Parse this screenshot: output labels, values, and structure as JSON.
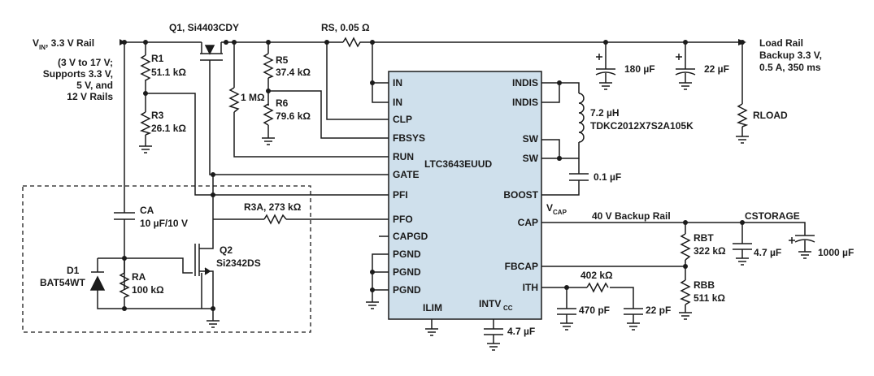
{
  "colors": {
    "wire": "#1b1b1b",
    "ic_fill": "#cfe0ec",
    "background": "#ffffff"
  },
  "ic": {
    "part": "LTC3643EUUD",
    "left_pins": [
      "IN",
      "IN",
      "CLP",
      "FBSYS",
      "RUN",
      "GATE",
      "PFI",
      "PFO",
      "CAPGD",
      "PGND",
      "PGND",
      "PGND"
    ],
    "right_pins": [
      "INDIS",
      "INDIS",
      "SW",
      "SW",
      "BOOST",
      "CAP",
      "FBCAP",
      "ITH"
    ],
    "bottom_pins": {
      "ilim": "ILIM",
      "intv": "INTV",
      "intv_sub": "CC"
    }
  },
  "input": {
    "vin_main": "V",
    "vin_sub": "IN",
    "vin_rest": ", 3.3 V Rail",
    "range_lines": [
      "(3 V to 17 V;",
      "Supports 3.3 V,",
      "5 V, and",
      "12 V Rails"
    ]
  },
  "q1": "Q1, Si4403CDY",
  "rs": "RS, 0.05 Ω",
  "r1": {
    "name": "R1",
    "value": "51.1 kΩ"
  },
  "r3": {
    "name": "R3",
    "value": "26.1 kΩ"
  },
  "r5": {
    "name": "R5",
    "value": "37.4 kΩ"
  },
  "r6": {
    "name": "R6",
    "value": "79.6 kΩ"
  },
  "r_gate": "1 MΩ",
  "r3a": "R3A, 273 kΩ",
  "ca": {
    "name": "CA",
    "value": "10 µF/10 V"
  },
  "d1": {
    "name": "D1",
    "part": "BAT54WT"
  },
  "ra": {
    "name": "RA",
    "value": "100 kΩ"
  },
  "q2": {
    "name": "Q2",
    "part": "Si2342DS"
  },
  "c180": "180 µF",
  "c22_top": "22 µF",
  "load": {
    "title": "Load Rail",
    "lines": [
      "Backup 3.3 V,",
      "0.5 A, 350 ms"
    ],
    "rload": "RLOAD"
  },
  "inductor": {
    "value": "7.2 µH",
    "part": "TDKC2012X7S2A105K"
  },
  "c_boost": "0.1 µF",
  "vcap": {
    "main": "V",
    "sub": "CAP"
  },
  "backup_rail": "40 V Backup Rail",
  "cstorage": "CSTORAGE",
  "rbt": {
    "name": "RBT",
    "value": "322 kΩ"
  },
  "rbb": {
    "name": "RBB",
    "value": "511 kΩ"
  },
  "c47_cap": "4.7 µF",
  "c1000": "1000 µF",
  "r402": "402 kΩ",
  "c470": "470 pF",
  "c22_ith": "22 pF",
  "c47_intv": "4.7 µF"
}
